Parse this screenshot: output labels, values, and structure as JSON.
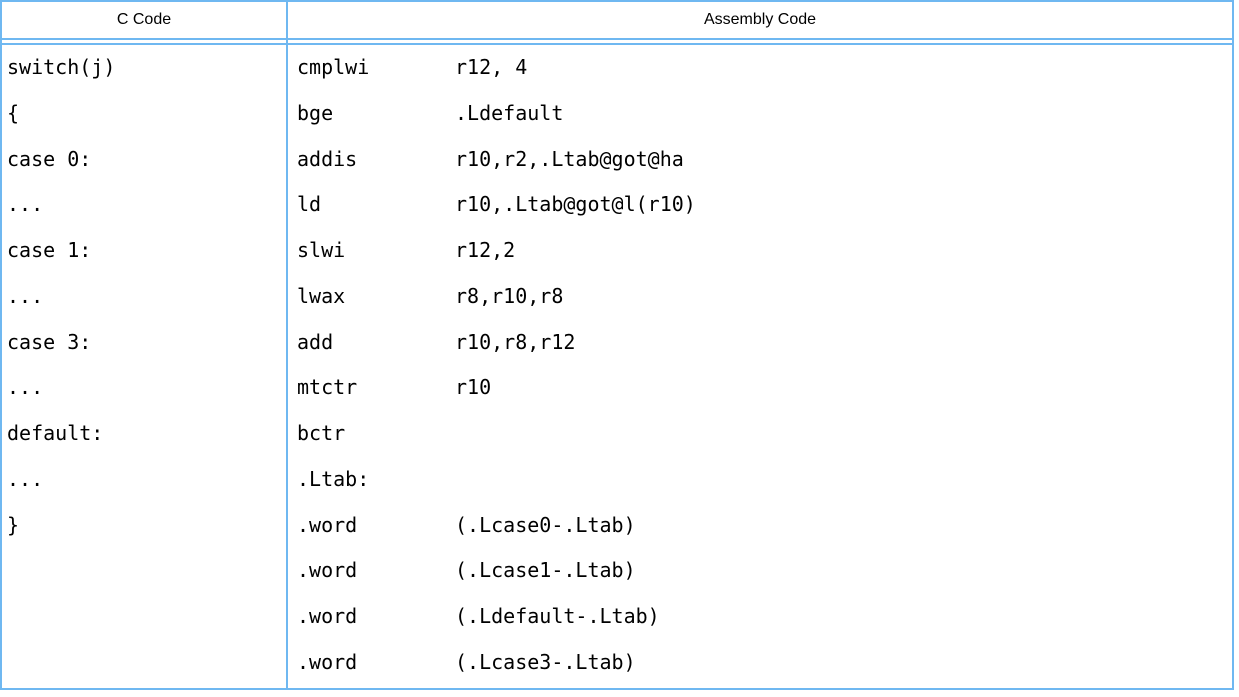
{
  "table": {
    "border_color": "#6fb8f1",
    "header": {
      "c_col_label": "C Code",
      "asm_col_label": "Assembly Code"
    },
    "rows": [
      {
        "c": "switch(j)",
        "mnemonic": "cmplwi",
        "operands": "r12, 4"
      },
      {
        "c": "{",
        "mnemonic": "bge",
        "operands": ".Ldefault"
      },
      {
        "c": "case 0:",
        "mnemonic": "addis",
        "operands": "r10,r2,.Ltab@got@ha"
      },
      {
        "c": "...",
        "mnemonic": "ld",
        "operands": "r10,.Ltab@got@l(r10)"
      },
      {
        "c": "case 1:",
        "mnemonic": "slwi",
        "operands": "r12,2"
      },
      {
        "c": "...",
        "mnemonic": "lwax",
        "operands": "r8,r10,r8"
      },
      {
        "c": "case 3:",
        "mnemonic": "add",
        "operands": "r10,r8,r12"
      },
      {
        "c": "...",
        "mnemonic": "mtctr",
        "operands": "r10"
      },
      {
        "c": "default:",
        "mnemonic": "bctr",
        "operands": ""
      },
      {
        "c": "...",
        "mnemonic": ".Ltab:",
        "operands": ""
      },
      {
        "c": "}",
        "mnemonic": ".word",
        "operands": "(.Lcase0-.Ltab)"
      },
      {
        "c": "",
        "mnemonic": ".word",
        "operands": "(.Lcase1-.Ltab)"
      },
      {
        "c": "",
        "mnemonic": ".word",
        "operands": "(.Ldefault-.Ltab)"
      },
      {
        "c": "",
        "mnemonic": ".word",
        "operands": "(.Lcase3-.Ltab)"
      }
    ]
  }
}
